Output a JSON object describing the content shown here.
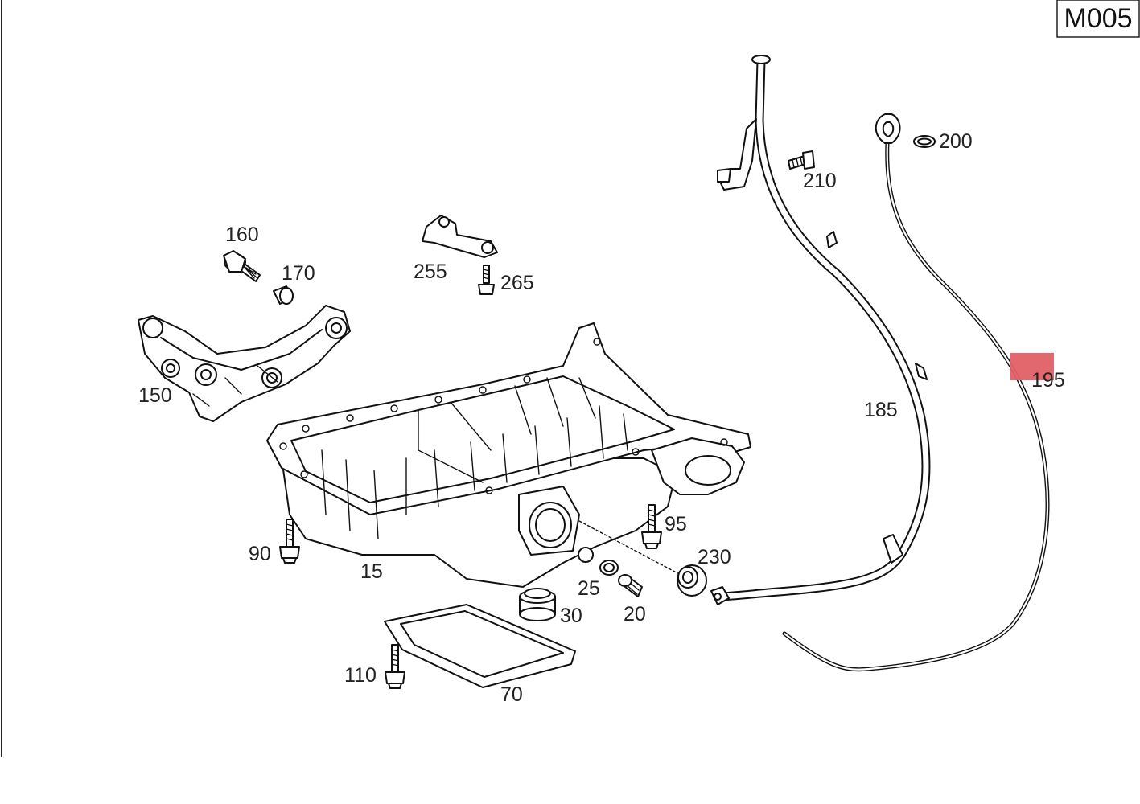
{
  "diagram_code": "M005",
  "highlight_color": "#e06066",
  "labels": {
    "p15": "15",
    "p20": "20",
    "p25": "25",
    "p30": "30",
    "p70": "70",
    "p90": "90",
    "p95": "95",
    "p110": "110",
    "p150": "150",
    "p160": "160",
    "p170": "170",
    "p185": "185",
    "p195": "195",
    "p200": "200",
    "p210": "210",
    "p230": "230",
    "p255": "255",
    "p265": "265"
  }
}
